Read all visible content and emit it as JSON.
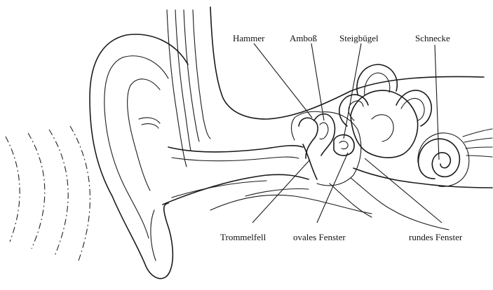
{
  "labels": {
    "hammer": "Hammer",
    "amboss": "Amboß",
    "steigbuegel": "Steigbügel",
    "schnecke": "Schnecke",
    "trommelfell": "Trommelfell",
    "ovales_fenster": "ovales Fenster",
    "rundes_fenster": "rundes Fenster"
  }
}
